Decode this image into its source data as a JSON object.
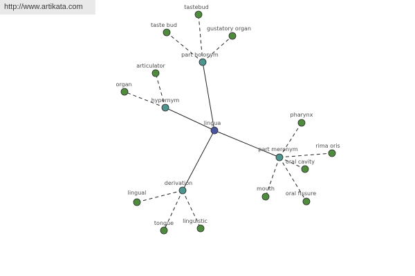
{
  "watermark": "http://www.artikata.com",
  "colors": {
    "root_fill": "#4a55a0",
    "relation_fill": "#4d948f",
    "leaf_fill": "#4e8b3c",
    "node_stroke": "#2a2a2a",
    "edge": "#222222"
  },
  "graph": {
    "root": {
      "id": "lingua",
      "label": "lingua"
    },
    "relations": [
      {
        "id": "part-holonym",
        "label": "part holonym",
        "leaves": [
          {
            "id": "tastebud",
            "label": "tastebud"
          },
          {
            "id": "taste-bud",
            "label": "taste bud"
          },
          {
            "id": "gustatory-organ",
            "label": "gustatory organ"
          }
        ]
      },
      {
        "id": "hypernym",
        "label": "hypernym",
        "leaves": [
          {
            "id": "articulator",
            "label": "articulator"
          },
          {
            "id": "organ",
            "label": "organ"
          }
        ]
      },
      {
        "id": "part-meronym",
        "label": "part meronym",
        "leaves": [
          {
            "id": "pharynx",
            "label": "pharynx"
          },
          {
            "id": "rima-oris",
            "label": "rima oris"
          },
          {
            "id": "oral-cavity",
            "label": "oral cavity"
          },
          {
            "id": "mouth",
            "label": "mouth"
          },
          {
            "id": "oral-fissure",
            "label": "oral fissure"
          }
        ]
      },
      {
        "id": "derivation",
        "label": "derivation",
        "leaves": [
          {
            "id": "lingual",
            "label": "lingual"
          },
          {
            "id": "tongue",
            "label": "tongue"
          },
          {
            "id": "linguistic",
            "label": "linguistic"
          }
        ]
      }
    ]
  }
}
